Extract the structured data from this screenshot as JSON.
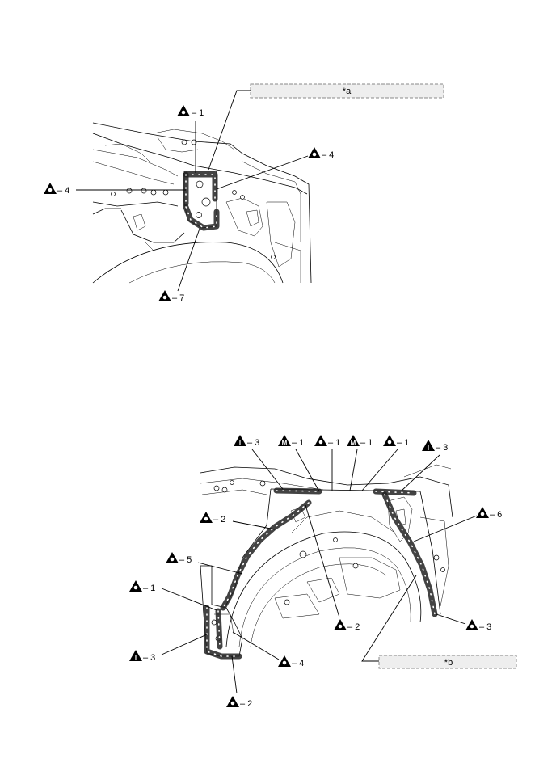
{
  "labels": {
    "a": "*a",
    "b": "*b"
  },
  "icons": {
    "O": "circle-in-triangle-icon",
    "M": "letter-m-in-triangle-icon",
    "I": "letter-i-in-triangle-icon"
  },
  "callouts_top": [
    {
      "icon": "O",
      "text": "– 1"
    },
    {
      "icon": "O",
      "text": "– 4"
    },
    {
      "icon": "O",
      "text": "– 4"
    },
    {
      "icon": "O",
      "text": "– 7"
    }
  ],
  "callouts_bottom": [
    {
      "icon": "I",
      "text": "– 3"
    },
    {
      "icon": "M",
      "text": "– 1"
    },
    {
      "icon": "O",
      "text": "– 1"
    },
    {
      "icon": "M",
      "text": "– 1"
    },
    {
      "icon": "O",
      "text": "– 1"
    },
    {
      "icon": "I",
      "text": "– 3"
    },
    {
      "icon": "O",
      "text": "– 2"
    },
    {
      "icon": "O",
      "text": "– 6"
    },
    {
      "icon": "O",
      "text": "– 5"
    },
    {
      "icon": "O",
      "text": "– 1"
    },
    {
      "icon": "O",
      "text": "– 2"
    },
    {
      "icon": "O",
      "text": "– 3"
    },
    {
      "icon": "I",
      "text": "– 3"
    },
    {
      "icon": "O",
      "text": "– 4"
    },
    {
      "icon": "O",
      "text": "– 2"
    }
  ]
}
